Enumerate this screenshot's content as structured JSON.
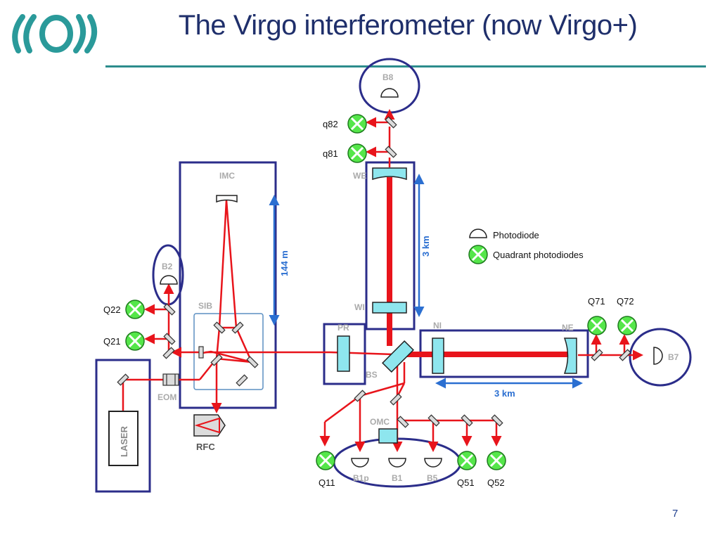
{
  "slide": {
    "title": "The Virgo interferometer (now Virgo+)",
    "page_number": "7"
  },
  "legend": {
    "photodiode": "Photodiode",
    "quadrant": "Quadrant photodiodes"
  },
  "labels": {
    "imc": "IMC",
    "sib": "SIB",
    "eom": "EOM",
    "laser": "LASER",
    "rfc": "RFC",
    "we": "WE",
    "wi": "WI",
    "pr": "PR",
    "bs": "BS",
    "ni": "NI",
    "ne": "NE",
    "omc": "OMC",
    "dist_144m": "144 m",
    "dist_3km_vertical": "3 km",
    "dist_3km_horizontal": "3 km"
  },
  "detectors": {
    "b8": "B8",
    "b2": "B2",
    "b7": "B7",
    "b1p": "B1p",
    "b1": "B1",
    "b5": "B5",
    "q82": "q82",
    "q81": "q81",
    "q22": "Q22",
    "q21": "Q21",
    "q71": "Q71",
    "q72": "Q72",
    "q11": "Q11",
    "q51": "Q51",
    "q52": "Q52"
  },
  "colors": {
    "beam": "#e8141b",
    "box": "#2b2d8a",
    "optic_fill": "#8ee6ee",
    "quadrant_fill": "#55e64a",
    "arrow_blue": "#2b6fd1",
    "title": "#1f2f6b",
    "rule": "#2c8c8c",
    "logo": "#2a9a9a"
  }
}
